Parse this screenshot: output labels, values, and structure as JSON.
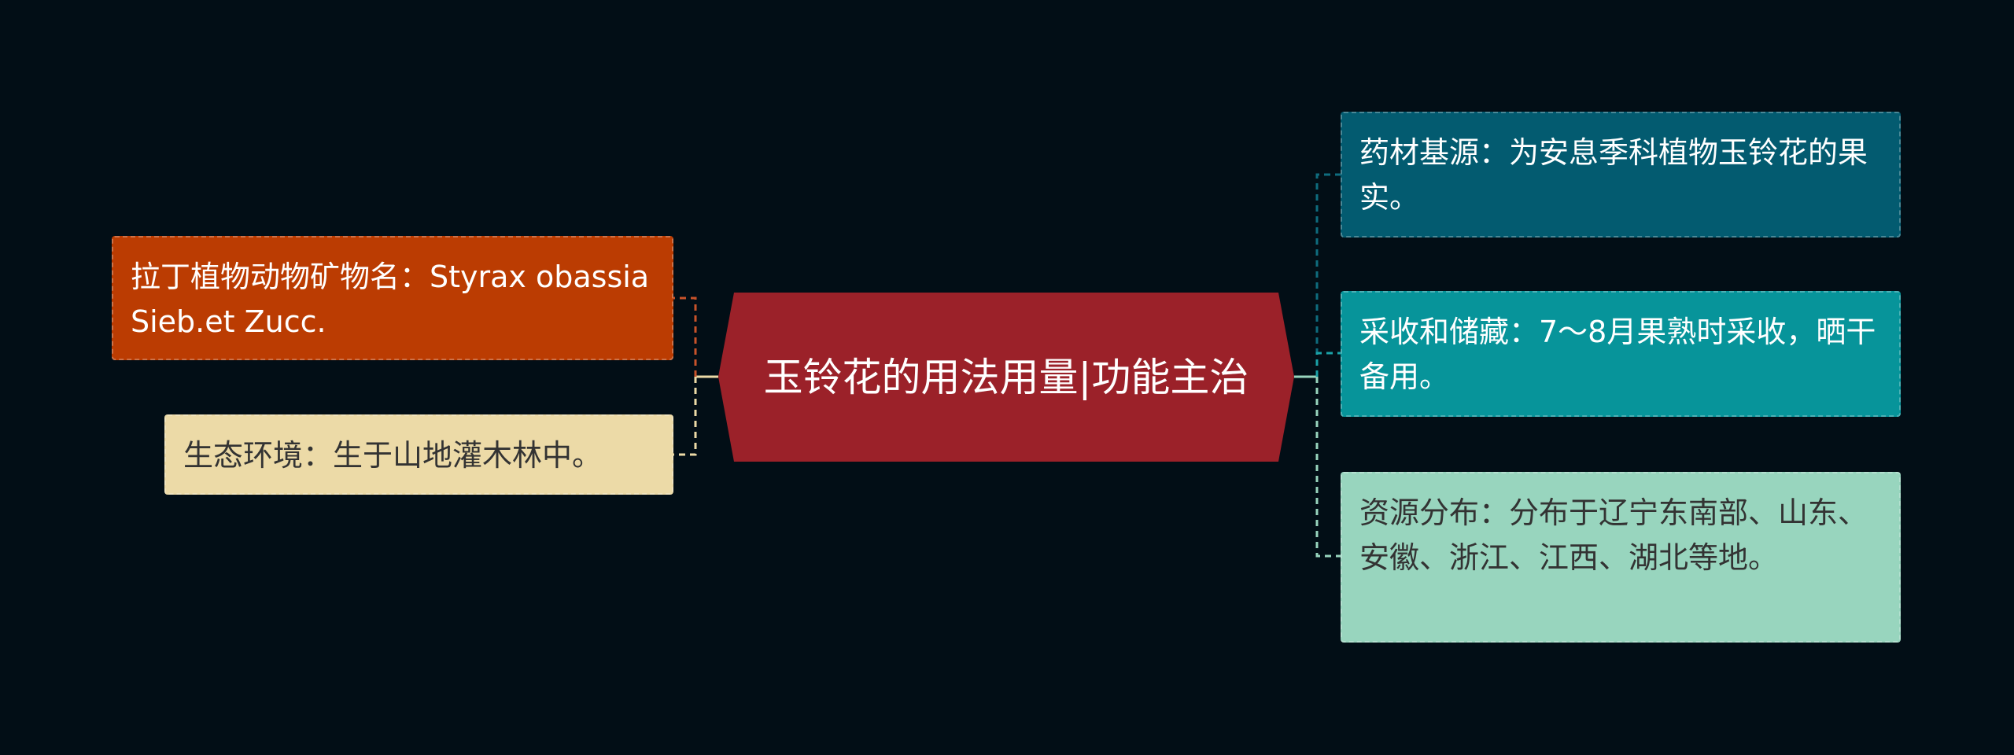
{
  "center": {
    "title": "玉铃花的用法用量|功能主治",
    "color": "#9b2129"
  },
  "left_nodes": [
    {
      "text": "拉丁植物动物矿物名：Styrax obassia Sieb.et Zucc.",
      "bg": "#bb3c02",
      "fg": "#ffffff",
      "line": "#c8532a"
    },
    {
      "text": "生态环境：生于山地灌木林中。",
      "bg": "#ecdaa7",
      "fg": "#333333",
      "line": "#ecdaa7"
    }
  ],
  "right_nodes": [
    {
      "text": "药材基源：为安息季科植物玉铃花的果实。",
      "bg": "#035b70",
      "fg": "#ffffff",
      "line": "#0f6c7e"
    },
    {
      "text": "采收和储藏：7～8月果熟时采收，晒干备用。",
      "bg": "#07949a",
      "fg": "#ffffff",
      "line": "#1aa2a8"
    },
    {
      "text": "资源分布：分布于辽宁东南部、山东、安徽、浙江、江西、湖北等地。",
      "bg": "#98d5be",
      "fg": "#333333",
      "line": "#98d5be"
    }
  ]
}
